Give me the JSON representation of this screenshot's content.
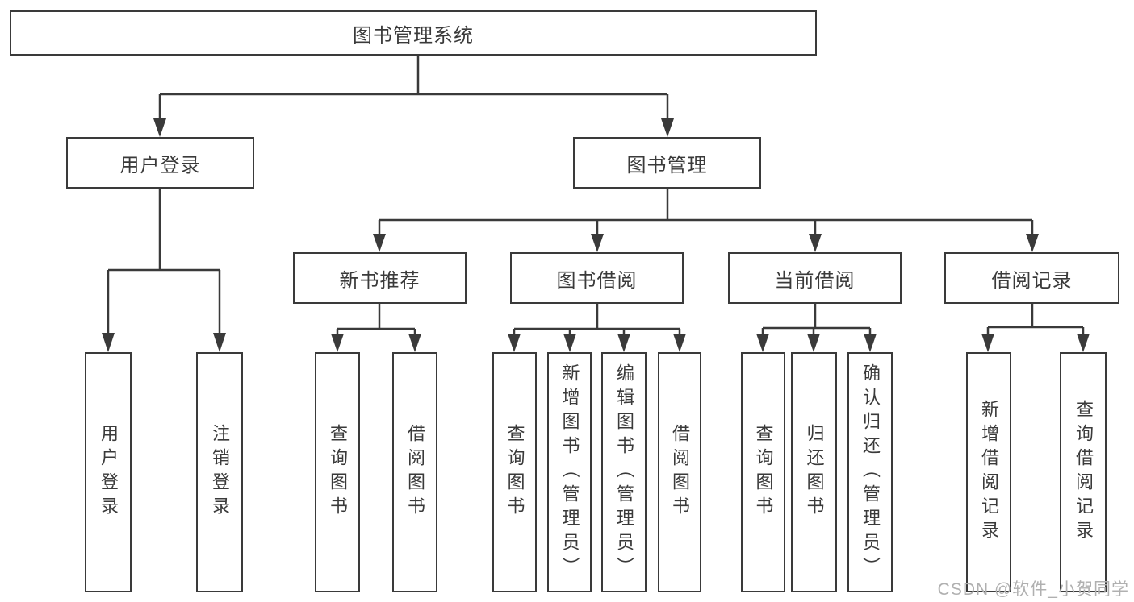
{
  "diagram": {
    "root": {
      "label": "图书管理系统"
    },
    "level2": [
      {
        "label": "用户登录"
      },
      {
        "label": "图书管理"
      }
    ],
    "level3": [
      {
        "label": "新书推荐"
      },
      {
        "label": "图书借阅"
      },
      {
        "label": "当前借阅"
      },
      {
        "label": "借阅记录"
      }
    ],
    "leaves": {
      "user_login": [
        "用户登录",
        "注销登录"
      ],
      "new_book": [
        "查询图书",
        "借阅图书"
      ],
      "book_borrow": [
        "查询图书",
        "新增图书（管理员）",
        "编辑图书（管理员）",
        "借阅图书"
      ],
      "current_borrow": [
        "查询图书",
        "归还图书",
        "确认归还（管理员）"
      ],
      "borrow_records": [
        "新增借阅记录",
        "查询借阅记录"
      ]
    }
  },
  "watermark": {
    "text": "CSDN @软件_小贺同学",
    "color": "#b0b0b0"
  },
  "colors": {
    "line": "#3a3a3a",
    "text": "#3a3a3a",
    "background": "#ffffff"
  }
}
